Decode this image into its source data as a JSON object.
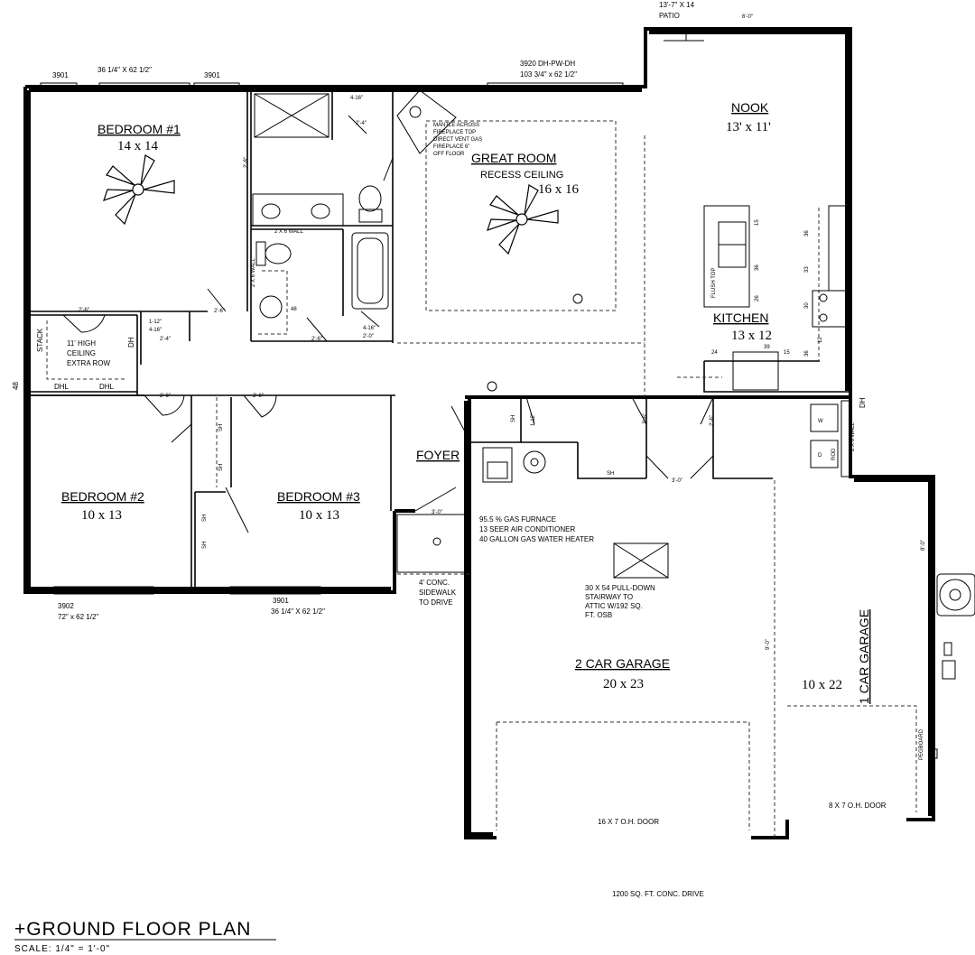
{
  "title": "+GROUND FLOOR PLAN",
  "scale": "SCALE: 1/4\" = 1'-0\"",
  "rooms": {
    "bedroom1": {
      "name": "BEDROOM #1",
      "size": "14 x 14"
    },
    "bedroom2": {
      "name": "BEDROOM #2",
      "size": "10 x 13"
    },
    "bedroom3": {
      "name": "BEDROOM #3",
      "size": "10 x 13"
    },
    "great_room": {
      "name": "GREAT ROOM",
      "note": "RECESS CEILING",
      "size": "16 x 16"
    },
    "nook": {
      "name": "NOOK",
      "size": "13' x 11'"
    },
    "kitchen": {
      "name": "KITCHEN",
      "size": "13 x 12"
    },
    "foyer": {
      "name": "FOYER"
    },
    "garage2": {
      "name": "2 CAR GARAGE",
      "size": "20 x 23"
    },
    "garage1": {
      "name": "1 CAR GARAGE",
      "size": "10 x 22"
    }
  },
  "windows": {
    "w3901_left": "3901",
    "w3901_right": "3901",
    "bed1_size": "36 1/4\" X 62 1/2\"",
    "nook_code": "3920 DH-PW-DH",
    "nook_size": "103 3/4\" x 62 1/2\"",
    "bed2_code": "3902",
    "bed2_size": "72\" x 62 1/2\"",
    "bed3_code": "3901",
    "bed3_size": "36 1/4\" X 62 1/2\""
  },
  "patio": {
    "size": "13'-7\" X 14",
    "label": "PATIO",
    "door": "6'-0\""
  },
  "notes": {
    "fireplace": [
      "MANTLE ACROSS",
      "FIREPLACE TOP",
      "DIRECT VENT GAS",
      "FIREPLACE 6\"",
      "OFF FLOOR"
    ],
    "ceiling": [
      "11' HIGH",
      "CEILING",
      "EXTRA ROW"
    ],
    "stack": "STACK",
    "dh": "DH",
    "dhl1": "DHL",
    "dhl2": "DHL",
    "mech": [
      "95.5 % GAS FURNACE",
      "13 SEER AIR CONDITIONER",
      "40 GALLON GAS WATER HEATER"
    ],
    "stair": [
      "30 X 54 PULL-DOWN",
      "STAIRWAY TO",
      "ATTIC W/192 SQ.",
      "FT. OSB"
    ],
    "sidewalk": [
      "4' CONC.",
      "SIDEWALK",
      "TO DRIVE"
    ],
    "door16": "16 X 7 O.H. DOOR",
    "door8": "8 X 7 O.H. DOOR",
    "pegboard": "PEGBOARD",
    "drive": "1200 SQ. FT. CONC. DRIVE",
    "wall_2x6_a": "2 X 6 WALL",
    "wall_2x6_b": "2 X 6 WALL",
    "wall_2x6_c": "2 X 6 WALL",
    "flush_top": "FLUSH TOP",
    "rod": "ROD",
    "washer": "W",
    "dryer": "D",
    "sh1": "SH",
    "sh2": "SH",
    "sh3": "SH",
    "sh4": "SH",
    "sh5": "SH",
    "sh6": "SH",
    "side_48": "48",
    "side_dh": "DH"
  },
  "dimensions": {
    "d1": "4-16\"",
    "d2": "2'-4\"",
    "d3": "2'-6\"",
    "d4": "1-12\"",
    "d5": "4-16\"",
    "d6": "2'-4\"",
    "d7": "2'-6\"",
    "d8": "2'-6\"",
    "d9": "2'-6\"",
    "d10": "2'-6\"",
    "d11": "4-16\"",
    "d12": "2'-0\"",
    "d13": "48",
    "d14": "2'-8\"",
    "d15": "3'-0\"",
    "d16": "2'-4\"",
    "d17": "1-12\"",
    "d18": "3'-0\"",
    "d19": "2'-6\"",
    "d20": "2'-6\"",
    "d21": "9'-0\"",
    "d22": "8'-0\"",
    "k15": "15",
    "k36a": "36",
    "k36b": "36",
    "k26": "26",
    "k33": "36",
    "k30": "33",
    "k24": "24",
    "k39": "39",
    "k15b": "15",
    "k36c": "36",
    "k12": "12",
    "k30b": "30"
  }
}
